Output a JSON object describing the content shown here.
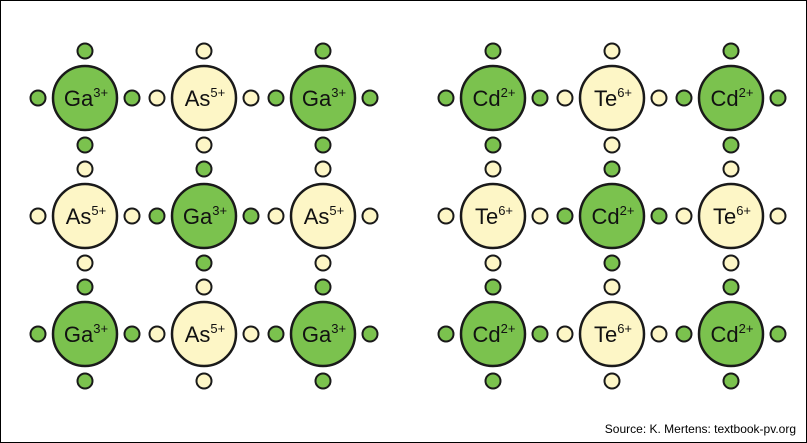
{
  "colors": {
    "cation_fill": "#7bc24e",
    "anion_fill": "#fdf6c6",
    "outline": "#1a1a1a"
  },
  "lattices": [
    {
      "rows": [
        [
          {
            "symbol": "Ga",
            "charge": "3+",
            "kind": "cation"
          },
          {
            "symbol": "As",
            "charge": "5+",
            "kind": "anion"
          },
          {
            "symbol": "Ga",
            "charge": "3+",
            "kind": "cation"
          }
        ],
        [
          {
            "symbol": "As",
            "charge": "5+",
            "kind": "anion"
          },
          {
            "symbol": "Ga",
            "charge": "3+",
            "kind": "cation"
          },
          {
            "symbol": "As",
            "charge": "5+",
            "kind": "anion"
          }
        ],
        [
          {
            "symbol": "Ga",
            "charge": "3+",
            "kind": "cation"
          },
          {
            "symbol": "As",
            "charge": "5+",
            "kind": "anion"
          },
          {
            "symbol": "Ga",
            "charge": "3+",
            "kind": "cation"
          }
        ]
      ]
    },
    {
      "rows": [
        [
          {
            "symbol": "Cd",
            "charge": "2+",
            "kind": "cation"
          },
          {
            "symbol": "Te",
            "charge": "6+",
            "kind": "anion"
          },
          {
            "symbol": "Cd",
            "charge": "2+",
            "kind": "cation"
          }
        ],
        [
          {
            "symbol": "Te",
            "charge": "6+",
            "kind": "anion"
          },
          {
            "symbol": "Cd",
            "charge": "2+",
            "kind": "cation"
          },
          {
            "symbol": "Te",
            "charge": "6+",
            "kind": "anion"
          }
        ],
        [
          {
            "symbol": "Cd",
            "charge": "2+",
            "kind": "cation"
          },
          {
            "symbol": "Te",
            "charge": "6+",
            "kind": "anion"
          },
          {
            "symbol": "Cd",
            "charge": "2+",
            "kind": "cation"
          }
        ]
      ]
    }
  ],
  "source": "Source: K. Mertens: textbook-pv.org"
}
